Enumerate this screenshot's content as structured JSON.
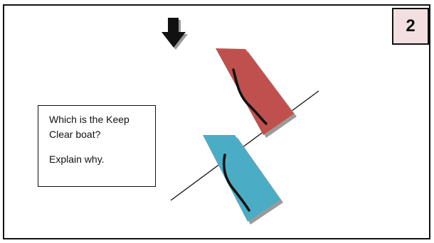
{
  "slide": {
    "number": "2",
    "question": "Which is the Keep Clear boat?",
    "instruction": "Explain why."
  },
  "colors": {
    "badge_fill": "#f3dfe2",
    "red_boat": "#c0504d",
    "blue_boat": "#4bacc6",
    "shadow": "#9a9a9a",
    "outline": "#111111"
  },
  "icons": {
    "wind_arrow": "down-arrow-icon"
  }
}
